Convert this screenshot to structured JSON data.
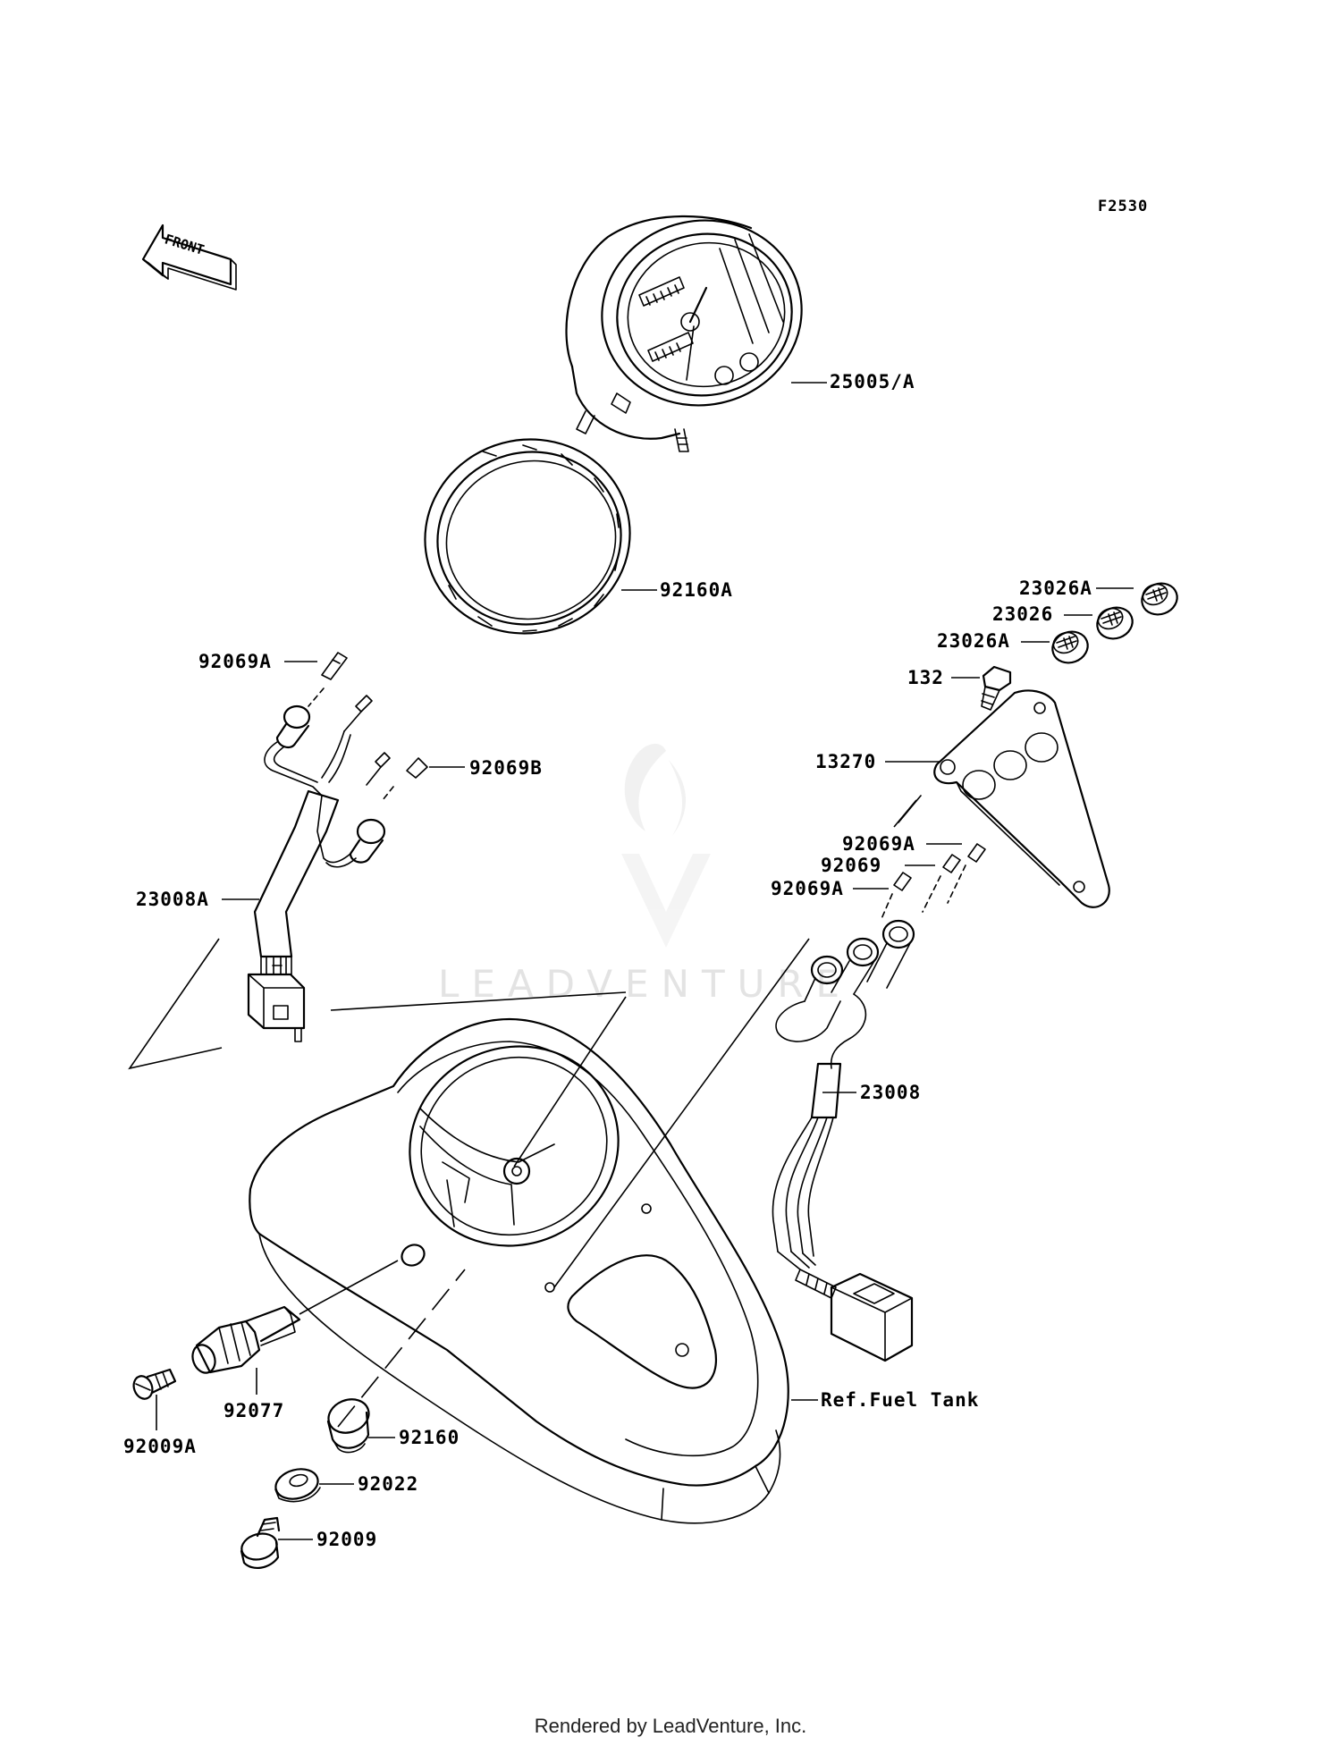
{
  "figure_code": "F2530",
  "front_indicator": "FRONT",
  "watermark": "LEADVENTURE",
  "footer": "Rendered by LeadVenture, Inc.",
  "labels": {
    "meter_assy": "25005/A",
    "meter_seal_ring": "92160A",
    "bulb_a_top_left": "92069A",
    "bulb_b": "92069B",
    "harness_a": "23008A",
    "lens_a_top": "23026A",
    "lens": "23026",
    "lens_a_bottom": "23026A",
    "bolt_132": "132",
    "bracket": "13270",
    "bulb_a_right_top": "92069A",
    "bulb_right": "92069",
    "bulb_a_right_bottom": "92069A",
    "harness": "23008",
    "ref_fuel_tank": "Ref.Fuel Tank",
    "knob": "92077",
    "screw_a": "92009A",
    "damper": "92160",
    "collar": "92022",
    "screw": "92009"
  },
  "colors": {
    "line": "#000000",
    "watermark": "#e3e3e3",
    "background": "#ffffff"
  }
}
